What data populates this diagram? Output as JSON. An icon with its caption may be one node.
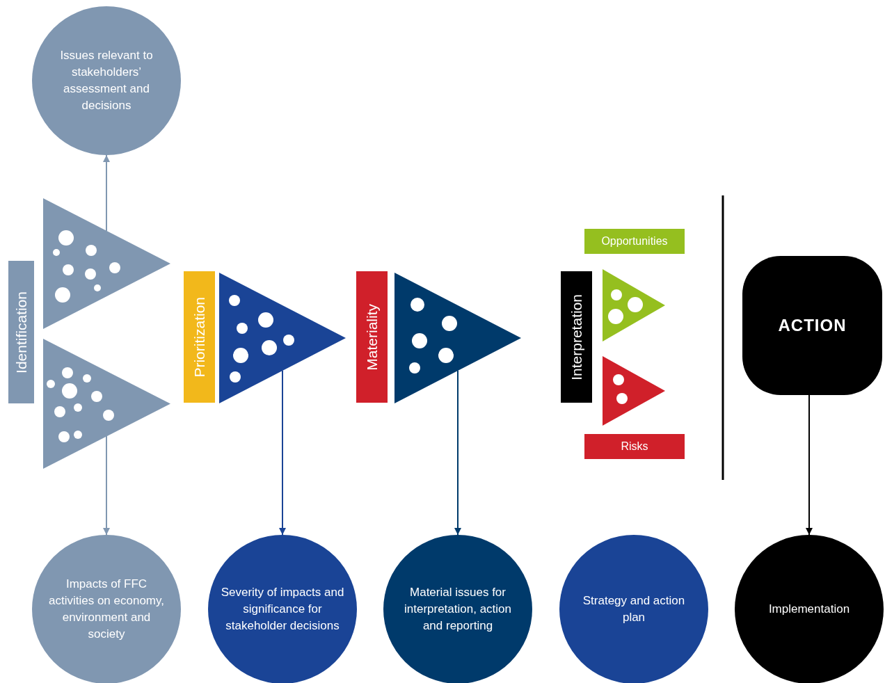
{
  "diagram": {
    "nodes": [
      {
        "text": [
          "Issues relevant to stakeholders’ assessment and decisions"
        ]
      },
      {
        "text": [
          "Identification"
        ]
      },
      {
        "text": [],
        "shape": "triangle"
      },
      {
        "text": [],
        "shape": "triangle"
      },
      {
        "text": [
          "Prioritization"
        ]
      },
      {
        "text": [],
        "shape": "triangle"
      },
      {
        "text": [
          "Materiality"
        ]
      },
      {
        "text": [],
        "shape": "triangle"
      },
      {
        "text": [
          "Opportunities"
        ]
      },
      {
        "text": [
          "Interpretation"
        ]
      },
      {
        "text": [],
        "shape": "triangle"
      },
      {
        "text": [],
        "shape": "triangle"
      },
      {
        "text": [
          "Risks"
        ]
      },
      {
        "text": [
          "ACTION"
        ]
      },
      {
        "text": [
          "Impacts of FFC activities on economy, environment and society"
        ]
      },
      {
        "text": [
          "Severity of impacts and significance for stakeholder decisions"
        ]
      },
      {
        "text": [
          "Material issues for interpretation, action and reporting"
        ]
      },
      {
        "text": [
          "Strategy and action plan"
        ]
      },
      {
        "text": [
          "Implementation"
        ]
      }
    ],
    "edges": [
      {
        "from": 2,
        "to": 0,
        "arrow": "to",
        "color": "#8097b1"
      },
      {
        "from": 3,
        "to": 14,
        "arrow": "to",
        "color": "#8097b1"
      },
      {
        "from": 5,
        "to": 15,
        "arrow": "to",
        "color": "#1a4496"
      },
      {
        "from": 7,
        "to": 16,
        "arrow": "to",
        "color": "#003a6b"
      },
      {
        "from": 13,
        "to": 18,
        "arrow": "to",
        "color": "#000000"
      }
    ]
  }
}
